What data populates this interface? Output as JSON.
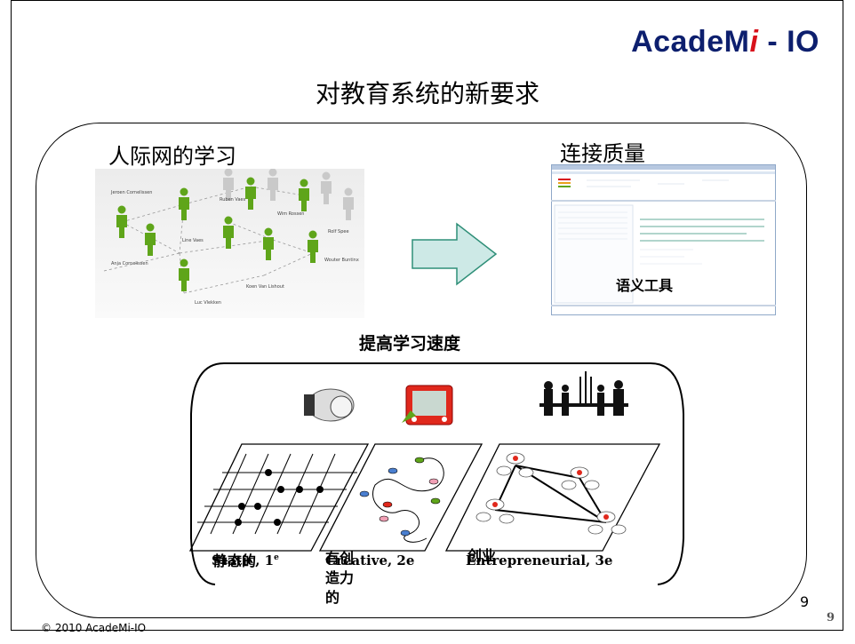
{
  "logo": {
    "main": "AcadeM",
    "accent": "i",
    "suffix": " - IO"
  },
  "title": "对教育系统的新要求",
  "left_section": {
    "heading": "人际网的学习"
  },
  "network_people": [
    "Jeroen Cornelissen",
    "Ruben Vaes",
    "Wim Rossen",
    "Rolf Spee",
    "Line Vaes",
    "Anja Cornelissen",
    "Wouter Buntinx",
    "Koen Van Lishout",
    "Luc Vlekken"
  ],
  "right_section": {
    "heading": "连接质量",
    "tool_label": "语义工具"
  },
  "subheading": "提高学习速度",
  "stages": [
    {
      "en": "Static, 1",
      "sup": "e",
      "cn": "静态的"
    },
    {
      "en": "Creative, 2e",
      "cn": "有创造力的"
    },
    {
      "en": "Entrepreneurial, 3e",
      "cn": "创业"
    }
  ],
  "page_number": "9",
  "page_number_small": "9",
  "copyright": "© 2010 AcadeMi-IO",
  "colors": {
    "logo_blue": "#0d1f6e",
    "logo_red": "#d8111b",
    "figure_green": "#5fa51a",
    "arrow_fill": "#cde9e6",
    "arrow_stroke": "#2f8f78"
  }
}
